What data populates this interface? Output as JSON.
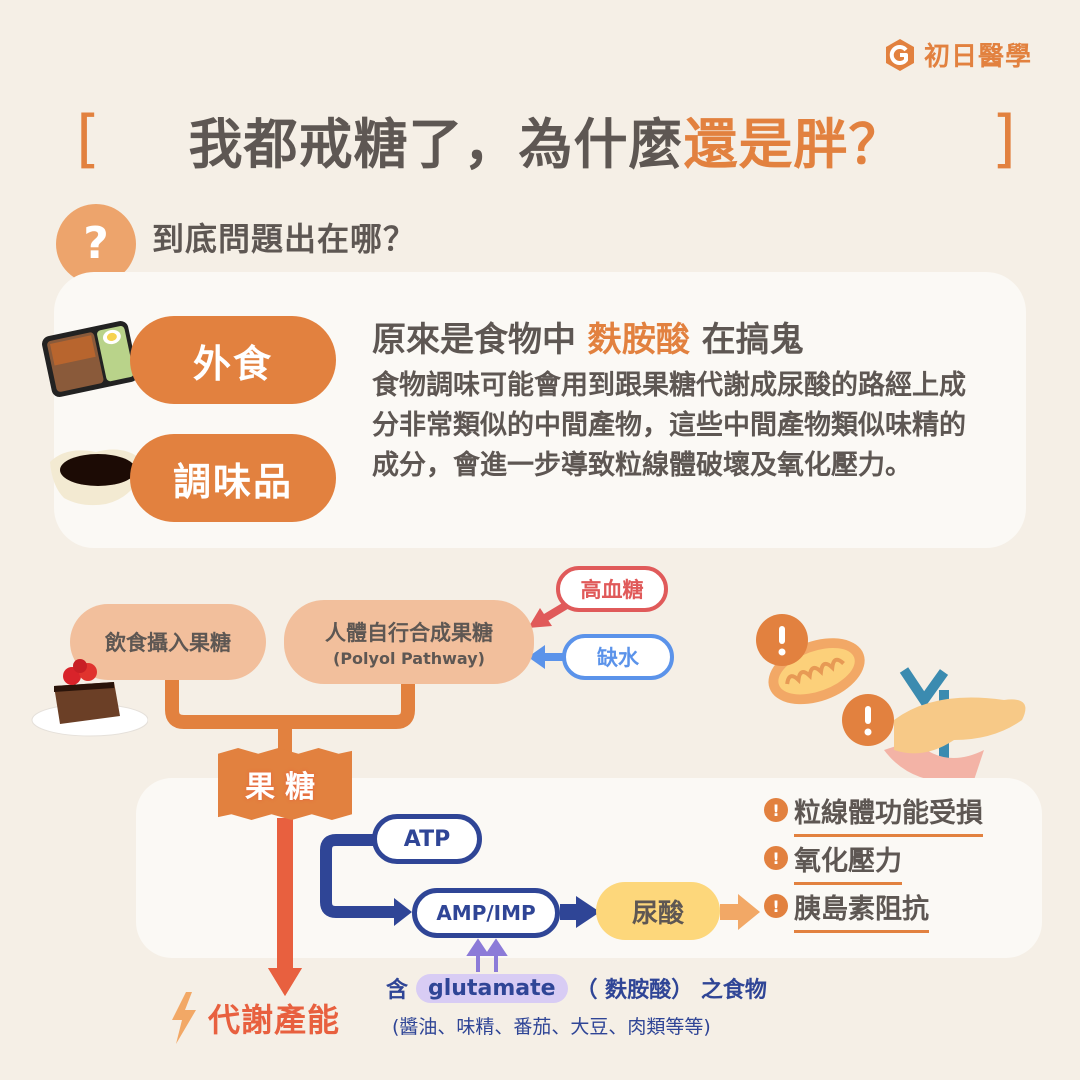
{
  "brand": {
    "name": "初日醫學",
    "icon": "g-hexagon-logo-icon",
    "color": "#e2813f"
  },
  "title": {
    "bracket_left": "[",
    "bracket_right": "]",
    "text_main": "我都戒糖了，為什麼",
    "text_highlight": "還是胖？"
  },
  "question": {
    "icon": "question-bubble-icon",
    "mark": "?",
    "text": "到底問題出在哪？"
  },
  "causes": {
    "items": [
      {
        "label": "外食",
        "image": "bento-box-image"
      },
      {
        "label": "調味品",
        "image": "soy-sauce-bowl-image"
      }
    ],
    "headline_pre": "原來是食物中 ",
    "headline_highlight": "麩胺酸",
    "headline_post": " 在搞鬼",
    "paragraph": "食物調味可能會用到跟果糖代謝成尿酸的路經上成分非常類似的中間產物，這些中間產物類似味精的成分，會進一步導致粒線體破壞及氧化壓力。"
  },
  "flow": {
    "sources": [
      {
        "label": "飲食攝入果糖"
      },
      {
        "label": "人體自行合成果糖",
        "sub": "(Polyol Pathway)"
      }
    ],
    "triggers": [
      {
        "label": "高血糖",
        "color": "#e05a5a"
      },
      {
        "label": "缺水",
        "color": "#5b93ea"
      }
    ],
    "hub": "果糖",
    "pathway": {
      "atp": "ATP",
      "amp": "AMP/IMP",
      "uric_acid": "尿酸"
    },
    "effects": [
      {
        "icon": "!",
        "label": "粒線體功能受損"
      },
      {
        "icon": "!",
        "label": "氧化壓力"
      },
      {
        "icon": "!",
        "label": "胰島素阻抗"
      }
    ],
    "glutamate": {
      "prefix": "含",
      "chip": "glutamate",
      "suffix": "（ 麩胺酸） 之食物",
      "examples": "(醬油、味精、番茄、大豆、肉類等等)"
    },
    "energy": {
      "icon": "lightning-icon",
      "label": "代謝產能"
    }
  },
  "colors": {
    "background": "#f5efe6",
    "card": "#fbf9f5",
    "accent": "#e2813f",
    "text": "#5e5753",
    "navy": "#2f4596",
    "peach": "#f2bf9c",
    "uric": "#fdd77b",
    "energy": "#e8603f"
  }
}
